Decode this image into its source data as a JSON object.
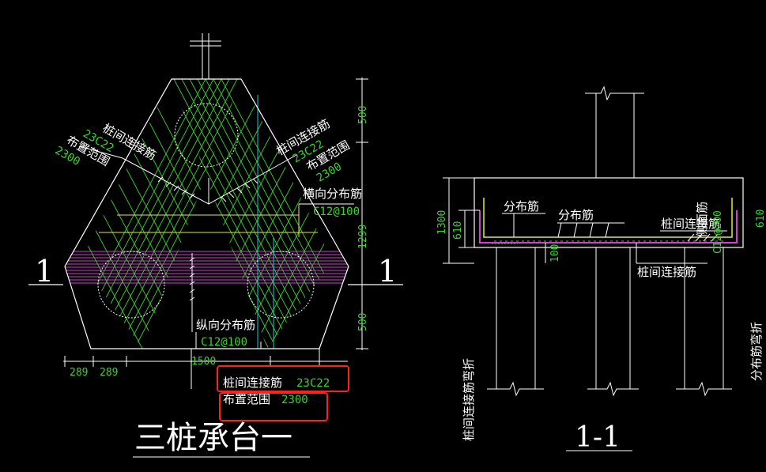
{
  "colors": {
    "background": "#000000",
    "outline": "#ffffff",
    "rebar_green": "#39d42c",
    "distribution_magenta": "#d040d0",
    "distribution_yellow": "#e8e830",
    "axis_cyan": "#20c8d8",
    "highlight_red": "#ff2020"
  },
  "plan_view": {
    "title": "三桩承台一",
    "section_mark_left": "1",
    "section_mark_right": "1",
    "label_left_connect": "桩间连接筋",
    "label_left_connect_value": "23C22",
    "label_left_range": "布置范围",
    "label_left_range_value": "2300",
    "label_right_connect": "桩间连接筋",
    "label_right_connect_value": "23C22",
    "label_right_range": "布置范围",
    "label_right_range_value": "2300",
    "label_transverse": "横向分布筋",
    "label_transverse_value": "C12@100",
    "label_longitudinal": "纵向分布筋",
    "label_longitudinal_value": "C12@100",
    "label_bottom_connect": "桩间连接筋",
    "label_bottom_connect_value": "23C22",
    "label_bottom_range": "布置范围",
    "label_bottom_range_value": "2300",
    "dim_right_top": "500",
    "dim_right_mid": "1299",
    "dim_right_bottom": "500",
    "dim_bottom_a": "289",
    "dim_bottom_b": "289",
    "dim_bottom_c": "1500"
  },
  "section_view": {
    "title": "1-1",
    "label_dist_1": "分布筋",
    "label_dist_2": "分布筋",
    "label_connect_top": "桩间连接筋",
    "label_connect_bottom": "桩间连接筋",
    "label_side": "侧面筋",
    "label_side_value": "C12@200",
    "label_left_vertical": "桩间连接筋弯折",
    "label_right_vertical": "分布筋弯折",
    "dim_1300": "1300",
    "dim_610_left": "610",
    "dim_610_right": "610",
    "dim_100": "100"
  }
}
